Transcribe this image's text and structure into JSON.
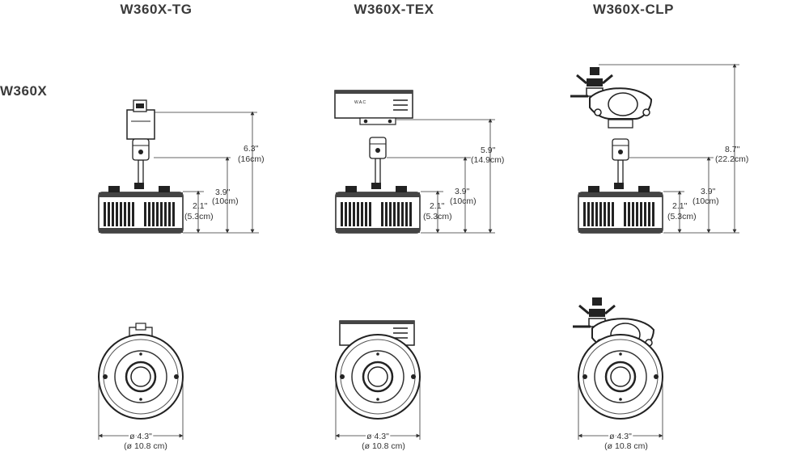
{
  "headings": {
    "tg": "W360X-TG",
    "tex": "W360X-TEX",
    "clp": "W360X-CLP"
  },
  "side_label": "W360X",
  "brand_mark": "W.A.C",
  "dims": {
    "tg_total": "6.3\"",
    "tg_total_cm": "(16cm)",
    "tg_mid": "3.9\"",
    "tg_mid_cm": "(10cm)",
    "tg_body": "2.1\"",
    "tg_body_cm": "(5.3cm)",
    "tex_total": "5.9\"",
    "tex_total_cm": "(14.9cm)",
    "tex_mid": "3.9\"",
    "tex_mid_cm": "(10cm)",
    "tex_body": "2.1\"",
    "tex_body_cm": "(5.3cm)",
    "clp_total": "8.7\"",
    "clp_total_cm": "(22.2cm)",
    "clp_mid": "3.9\"",
    "clp_mid_cm": "(10cm)",
    "clp_body": "2.1\"",
    "clp_body_cm": "(5.3cm)",
    "dia": "ø 4.3\"",
    "dia_cm": "(ø 10.8 cm)"
  }
}
